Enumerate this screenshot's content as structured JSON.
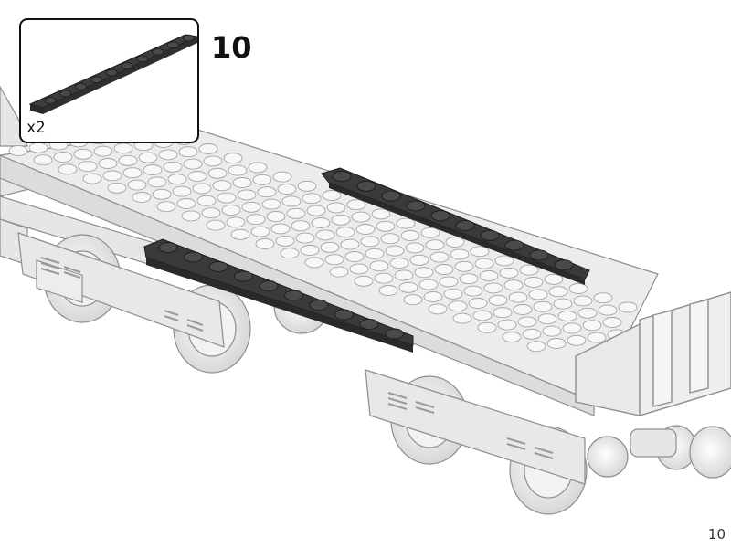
{
  "instruction": {
    "step_number": "10",
    "page_number": "10",
    "parts_callout": {
      "quantity_label": "x2",
      "part_color": "#3c3c3c"
    }
  },
  "colors": {
    "highlight_part": "#3a3a3a",
    "assembled_model": "#e9e9e9",
    "outline": "#8e8e8e"
  }
}
